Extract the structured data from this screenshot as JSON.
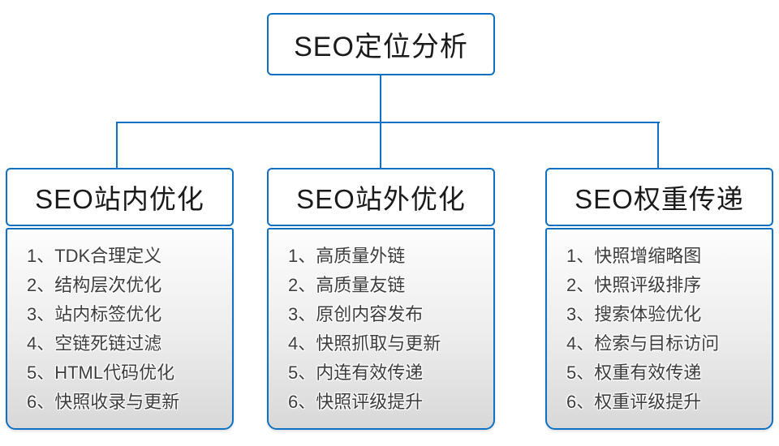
{
  "diagram": {
    "root": {
      "title": "SEO定位分析"
    },
    "branches": [
      {
        "title": "SEO站内优化",
        "items": [
          "1、TDK合理定义",
          "2、结构层次优化",
          "3、站内标签优化",
          "4、空链死链过滤",
          "5、HTML代码优化",
          "6、快照收录与更新"
        ]
      },
      {
        "title": "SEO站外优化",
        "items": [
          "1、高质量外链",
          "2、高质量友链",
          "3、原创内容发布",
          "4、快照抓取与更新",
          "5、内连有效传递",
          "6、快照评级提升"
        ]
      },
      {
        "title": "SEO权重传递",
        "items": [
          "1、快照增缩略图",
          "2、快照评级排序",
          "3、搜索体验优化",
          "4、检索与目标访问",
          "5、权重有效传递",
          "6、权重评级提升"
        ]
      }
    ]
  },
  "colors": {
    "accent": "#0d70c2",
    "box_bg": "#ffffff",
    "page_bg": "#ffffff",
    "panel_top": "#fdfdfd",
    "panel_bottom": "#d8d8d8",
    "title_text": "#1a1a1a",
    "list_text": "#3d3d3d"
  }
}
